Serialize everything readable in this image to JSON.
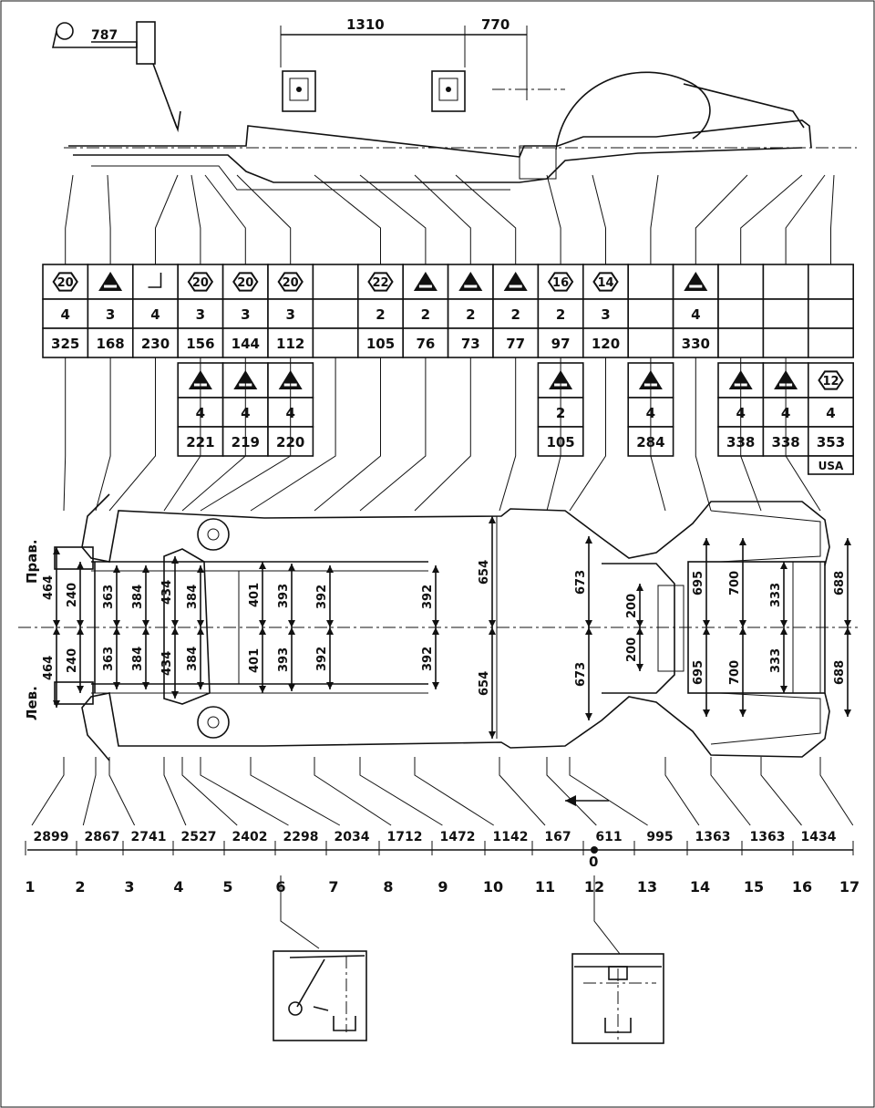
{
  "top": {
    "inset_dim": "787",
    "dim_1310": "1310",
    "dim_770": "770"
  },
  "side_labels": {
    "right": "Прав.",
    "left": "Лев."
  },
  "table_upper": [
    {
      "icon": "hex-20",
      "badge": "20",
      "qty": "4",
      "val": "325"
    },
    {
      "icon": "triangle",
      "badge": "",
      "qty": "3",
      "val": "168"
    },
    {
      "icon": "bracket",
      "badge": "",
      "qty": "4",
      "val": "230"
    },
    {
      "icon": "hex-20",
      "badge": "20",
      "qty": "3",
      "val": "156"
    },
    {
      "icon": "hex-20",
      "badge": "20",
      "qty": "3",
      "val": "144"
    },
    {
      "icon": "hex-20",
      "badge": "20",
      "qty": "3",
      "val": "112"
    },
    {
      "icon": "",
      "badge": "",
      "qty": "",
      "val": ""
    },
    {
      "icon": "hex-22",
      "badge": "22",
      "qty": "2",
      "val": "105"
    },
    {
      "icon": "triangle",
      "badge": "",
      "qty": "2",
      "val": "76"
    },
    {
      "icon": "triangle",
      "badge": "",
      "qty": "2",
      "val": "73"
    },
    {
      "icon": "triangle",
      "badge": "",
      "qty": "2",
      "val": "77"
    },
    {
      "icon": "hex-16",
      "badge": "16",
      "qty": "2",
      "val": "97"
    },
    {
      "icon": "hex-14",
      "badge": "14",
      "qty": "3",
      "val": "120"
    },
    {
      "icon": "",
      "badge": "",
      "qty": "",
      "val": ""
    },
    {
      "icon": "triangle",
      "badge": "",
      "qty": "4",
      "val": "330"
    },
    {
      "icon": "",
      "badge": "",
      "qty": "",
      "val": ""
    },
    {
      "icon": "",
      "badge": "",
      "qty": "",
      "val": ""
    },
    {
      "icon": "",
      "badge": "",
      "qty": "",
      "val": ""
    }
  ],
  "table_lower": [
    {
      "col": 3,
      "icon": "triangle",
      "badge": "",
      "qty": "4",
      "val": "221"
    },
    {
      "col": 4,
      "icon": "triangle",
      "badge": "",
      "qty": "4",
      "val": "219"
    },
    {
      "col": 5,
      "icon": "triangle",
      "badge": "",
      "qty": "4",
      "val": "220"
    },
    {
      "col": 11,
      "icon": "triangle",
      "badge": "",
      "qty": "2",
      "val": "105"
    },
    {
      "col": 13,
      "icon": "triangle",
      "badge": "",
      "qty": "4",
      "val": "284"
    },
    {
      "col": 15,
      "icon": "triangle",
      "badge": "",
      "qty": "4",
      "val": "338"
    },
    {
      "col": 16,
      "icon": "triangle",
      "badge": "",
      "qty": "4",
      "val": "338"
    },
    {
      "col": 17,
      "icon": "hex-12",
      "badge": "12",
      "qty": "4",
      "val": "353",
      "note": "USA"
    }
  ],
  "bottom_dims": [
    "2899",
    "2867",
    "2741",
    "2527",
    "2402",
    "2298",
    "2034",
    "1712",
    "1472",
    "1142",
    "167",
    "611",
    "995",
    "1363",
    "1363",
    "1434"
  ],
  "zero_label": "0",
  "point_numbers": [
    "1",
    "2",
    "3",
    "4",
    "5",
    "6",
    "7",
    "8",
    "9",
    "10",
    "11",
    "12",
    "13",
    "14",
    "15",
    "16",
    "17"
  ],
  "widths": {
    "front_464_top": "464",
    "front_464_bot": "464",
    "f_240_top": "240",
    "f_240_bot": "240",
    "f_363_top": "363",
    "f_363_bot": "363",
    "f_384a_top": "384",
    "f_384a_bot": "384",
    "f_434_top": "434",
    "f_434_bot": "434",
    "f_384b_top": "384",
    "f_384b_bot": "384",
    "f_401_top": "401",
    "f_401_bot": "401",
    "f_393_top": "393",
    "f_393_bot": "393",
    "f_392a_top": "392",
    "f_392a_bot": "392",
    "f_392b_top": "392",
    "f_392b_bot": "392",
    "m_654_top": "654",
    "m_654_bot": "654",
    "m_673_top": "673",
    "m_673_bot": "673",
    "r_200_top": "200",
    "r_200_bot": "200",
    "r_695_top": "695",
    "r_695_bot": "695",
    "r_700_top": "700",
    "r_700_bot": "700",
    "r_333_top": "333",
    "r_333_bot": "333",
    "r_688_top": "688",
    "r_688_bot": "688"
  }
}
